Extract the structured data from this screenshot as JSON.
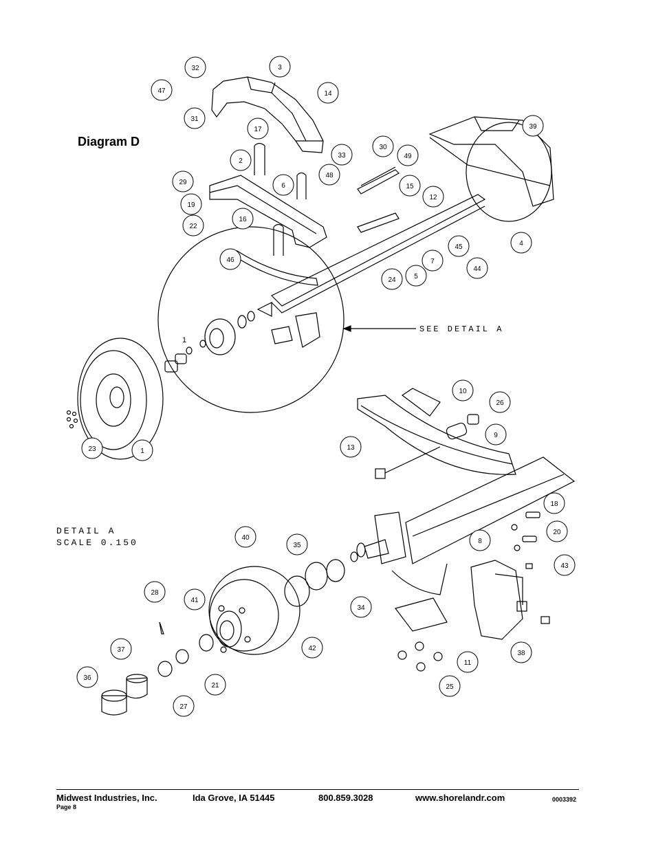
{
  "diagram": {
    "title": "Diagram D",
    "see_detail": "SEE DETAIL A",
    "detail_a_line1": "DETAIL  A",
    "detail_a_line2": "SCALE  0.150",
    "hub_mark": "1",
    "callouts": [
      "1",
      "2",
      "3",
      "4",
      "5",
      "6",
      "7",
      "8",
      "9",
      "10",
      "11",
      "12",
      "13",
      "14",
      "15",
      "16",
      "17",
      "18",
      "19",
      "20",
      "21",
      "22",
      "23",
      "24",
      "25",
      "26",
      "27",
      "28",
      "29",
      "30",
      "31",
      "32",
      "33",
      "34",
      "35",
      "36",
      "37",
      "38",
      "39",
      "40",
      "41",
      "42",
      "43",
      "44",
      "45",
      "46",
      "47",
      "48",
      "49"
    ]
  },
  "footer": {
    "company": "Midwest Industries, Inc.",
    "city": "Ida Grove, IA  51445",
    "phone": "800.859.3028",
    "website": "www.shorelandr.com",
    "doc_number": "0003392",
    "page": "Page 8"
  }
}
